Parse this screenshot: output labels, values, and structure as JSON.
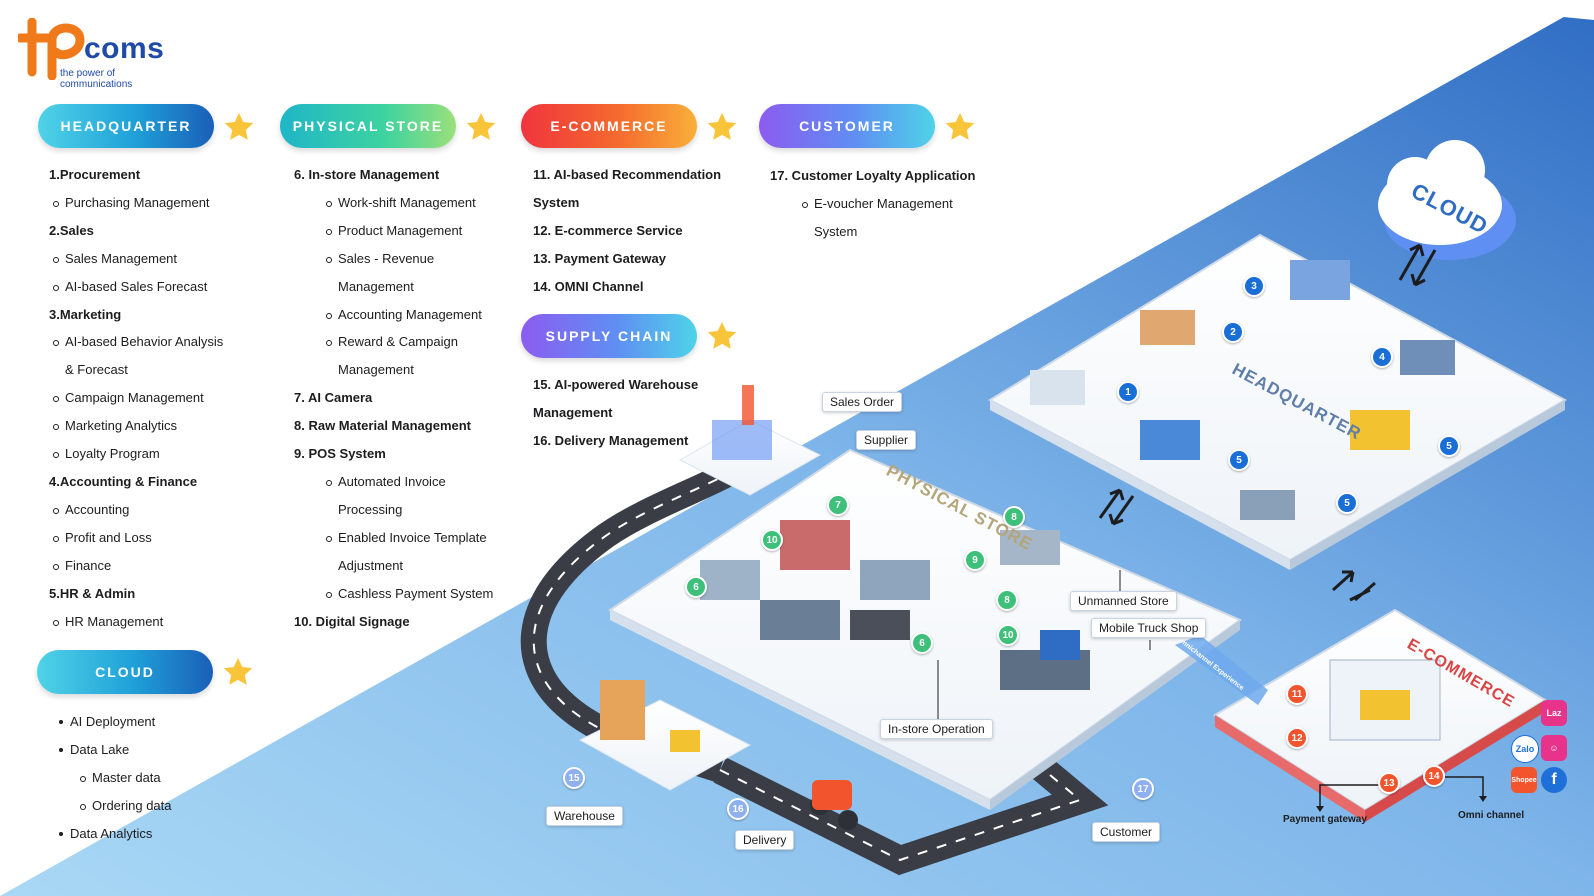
{
  "logo": {
    "brand": "tpcoms",
    "tagline": "the power of communications"
  },
  "sections": {
    "headquarter": {
      "title": "HEADQUARTER",
      "items": [
        {
          "label": "1.Procurement",
          "subs": [
            "Purchasing Management"
          ]
        },
        {
          "label": "2.Sales",
          "subs": [
            "Sales Management",
            "AI-based Sales Forecast"
          ]
        },
        {
          "label": "3.Marketing",
          "subs": [
            "AI-based Behavior Analysis",
            "& Forecast",
            "Campaign Management",
            "Marketing Analytics",
            "Loyalty Program"
          ]
        },
        {
          "label": "4.Accounting & Finance",
          "subs": [
            "Accounting",
            "Profit and Loss",
            "Finance"
          ]
        },
        {
          "label": "5.HR & Admin",
          "subs": [
            "HR Management"
          ]
        }
      ]
    },
    "physical_store": {
      "title": "PHYSICAL STORE",
      "items": [
        {
          "label": "6. In-store Management",
          "subs": [
            "Work-shift Management",
            "Product Management",
            "Sales - Revenue",
            "Management",
            "Accounting Management",
            "Reward & Campaign",
            "Management"
          ]
        },
        {
          "label": "7. AI Camera",
          "subs": []
        },
        {
          "label": "8. Raw Material Management",
          "subs": []
        },
        {
          "label": "9. POS System",
          "subs": [
            "Automated Invoice",
            "Processing",
            "Enabled Invoice Template",
            "Adjustment",
            "Cashless Payment System"
          ]
        },
        {
          "label": "10. Digital Signage",
          "subs": []
        }
      ]
    },
    "ecommerce": {
      "title": "E-COMMERCE",
      "items": [
        "11. AI-based Recommendation",
        "System",
        "12. E-commerce Service",
        "13. Payment Gateway",
        "14. OMNI Channel"
      ]
    },
    "customer": {
      "title": "CUSTOMER",
      "items": [
        "17. Customer Loyalty Application"
      ],
      "subs": [
        "E-voucher Management",
        "System"
      ]
    },
    "supply_chain": {
      "title": "SUPPLY CHAIN",
      "items": [
        "15. AI-powered Warehouse",
        "Management",
        "16. Delivery Management"
      ]
    },
    "cloud": {
      "title": "CLOUD",
      "items": [
        "AI Deployment",
        "Data Lake",
        "Master data",
        "Ordering data",
        "Data Analytics"
      ]
    }
  },
  "diagram": {
    "cloud_label": "CLOUD",
    "hq_label": "HEADQUARTER",
    "store_label": "PHYSICAL STORE",
    "ecom_label": "E-COMMERCE",
    "banner_text": "Omnichannel Experience",
    "tags": {
      "sales_order": "Sales Order",
      "supplier": "Supplier",
      "unmanned_store": "Unmanned Store",
      "mobile_truck_shop": "Mobile Truck Shop",
      "in_store_operation": "In-store Operation",
      "warehouse": "Warehouse",
      "delivery": "Delivery",
      "customer": "Customer",
      "payment_gateway": "Payment gateway",
      "omni_channel": "Omni channel"
    },
    "numbers": {
      "hq": [
        "1",
        "2",
        "3",
        "4",
        "5",
        "5",
        "5"
      ],
      "store": [
        "6",
        "6",
        "7",
        "8",
        "8",
        "9",
        "10",
        "10"
      ],
      "ecom": [
        "11",
        "12",
        "13",
        "14"
      ],
      "supply": [
        "15",
        "16",
        "17"
      ]
    },
    "channel_icons": [
      "Laz",
      "Zalo",
      "Shopee",
      "f"
    ]
  },
  "colors": {
    "hq_blue": "#1a6fd6",
    "store_green": "#3fc07a",
    "ecom_red": "#f2542d",
    "supply_purple": "#8fb0f0",
    "star": "#f8c53a",
    "road": "#3a3d45"
  }
}
